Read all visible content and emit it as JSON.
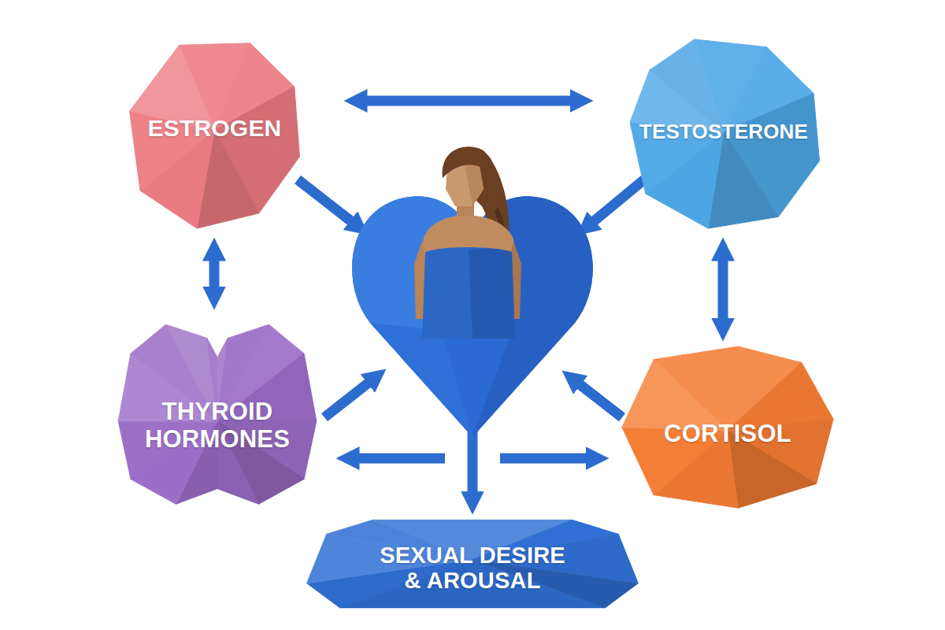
{
  "diagram": {
    "nodes": [
      {
        "text": [
          "ESTROGEN"
        ]
      },
      {
        "text": [
          "TESTOSTERONE"
        ]
      },
      {
        "text": [
          "THYROID HORMONES"
        ]
      },
      {
        "text": [
          "CORTISOL"
        ]
      },
      {
        "text": [
          "SEXUAL DESIRE & AROUSAL"
        ]
      }
    ],
    "edges": [
      {
        "from": 0,
        "to": 1,
        "arrow": "both"
      },
      {
        "from": 0,
        "to": 2,
        "arrow": "both"
      },
      {
        "from": 1,
        "to": 3,
        "arrow": "both"
      }
    ]
  }
}
